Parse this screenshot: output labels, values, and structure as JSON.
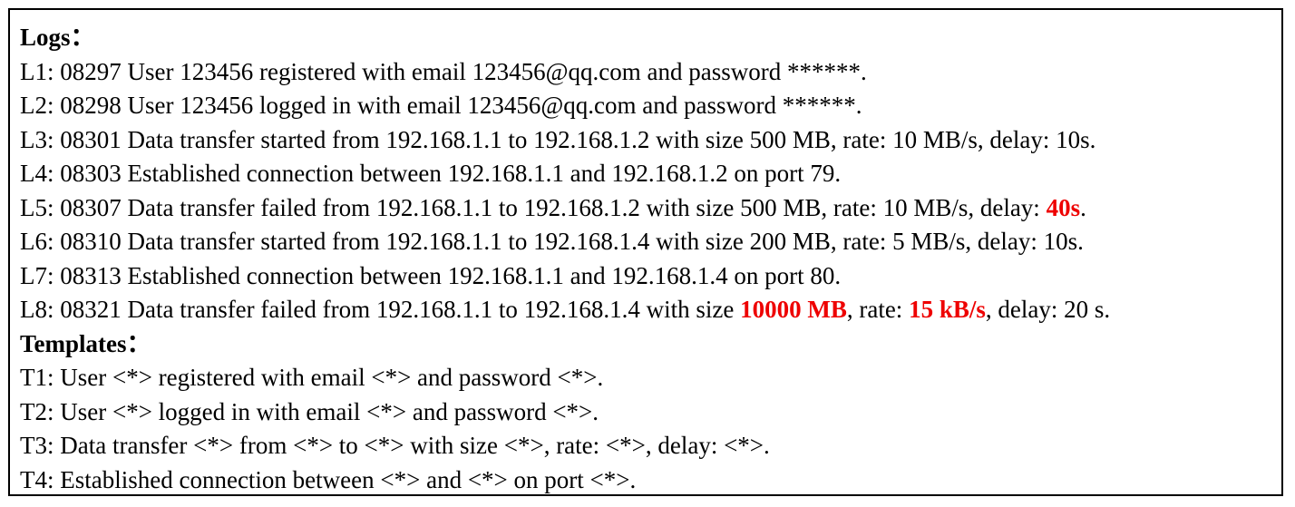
{
  "logs": {
    "heading": "Logs：",
    "lines": [
      {
        "pre": "L1: 08297 User 123456 registered with email 123456@qq.com and password ******."
      },
      {
        "pre": "L2: 08298 User 123456 logged in with email 123456@qq.com and password ******."
      },
      {
        "pre": "L3: 08301 Data transfer started from 192.168.1.1 to 192.168.1.2 with size 500 MB, rate: 10 MB/s, delay: 10s."
      },
      {
        "pre": "L4: 08303 Established connection between 192.168.1.1 and 192.168.1.2 on port 79."
      },
      {
        "pre": "L5: 08307 Data transfer failed from 192.168.1.1 to 192.168.1.2 with size 500 MB, rate: 10 MB/s, delay: ",
        "hl1": "40s",
        "post": "."
      },
      {
        "pre": "L6: 08310 Data transfer started from 192.168.1.1 to 192.168.1.4 with size 200 MB, rate: 5 MB/s, delay: 10s."
      },
      {
        "pre": "L7: 08313 Established connection between 192.168.1.1 and 192.168.1.4 on port 80."
      },
      {
        "pre": "L8: 08321 Data transfer failed from 192.168.1.1 to 192.168.1.4 with size ",
        "hl1": "10000 MB",
        "mid": ", rate: ",
        "hl2": "15 kB/s",
        "post": ", delay: 20 s."
      }
    ]
  },
  "templates": {
    "heading": "Templates：",
    "lines": [
      "T1: User <*> registered with email <*> and password <*>.",
      "T2: User <*> logged in with email <*> and password <*>.",
      "T3: Data transfer <*> from <*> to <*> with size <*>, rate: <*>, delay: <*>.",
      "T4: Established connection between <*> and <*> on port <*>."
    ]
  },
  "colors": {
    "highlight": "#ee0000",
    "text": "#000000",
    "border": "#000000"
  }
}
